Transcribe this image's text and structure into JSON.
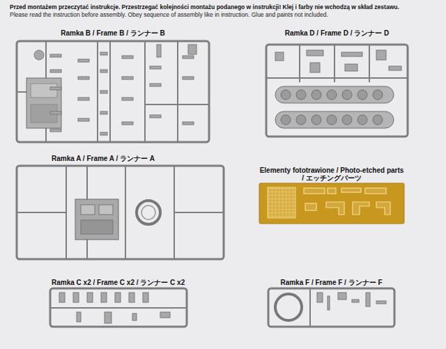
{
  "diagram": {
    "nodes": [
      {
        "text": [
          "Ramka B / Frame B / ランナー B"
        ]
      },
      {
        "text": [
          "Ramka D / Frame D / ランナー D"
        ]
      },
      {
        "text": [
          "Ramka A / Frame A / ランナー A"
        ]
      },
      {
        "text": [
          "Elementy fototrawione / Photo-etched parts / エッチングパーツ"
        ]
      },
      {
        "text": [
          "Ramka C x2 / Frame C x2 / ランナー C x2"
        ]
      },
      {
        "text": [
          "Ramka F / Frame F / ランナー F"
        ]
      }
    ],
    "labels": [
      "Przed montażem przeczytać instrukcje. Przestrzegać kolejności montażu podanego w instrukcji! Klej i farby nie wchodzą w skład zestawu.",
      "Please read the instruction before assembly. Obey sequence of assembly like in instruction. Glue and paints not included."
    ]
  }
}
